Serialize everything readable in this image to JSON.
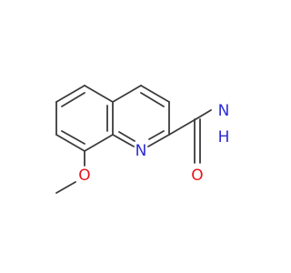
{
  "atoms": {
    "nitrogen_ring": {
      "text": "N",
      "color": "#2b2bd6"
    },
    "nitrogen_amide": {
      "text": "N",
      "color": "#2b2bd6"
    },
    "hydrogen_amide": {
      "text": "H",
      "color": "#2b2bd6"
    },
    "oxygen_carbonyl": {
      "text": "O",
      "color": "#e8141e"
    },
    "oxygen_methoxy": {
      "text": "O",
      "color": "#e8141e"
    }
  },
  "bond_color": "#3b3b3b"
}
